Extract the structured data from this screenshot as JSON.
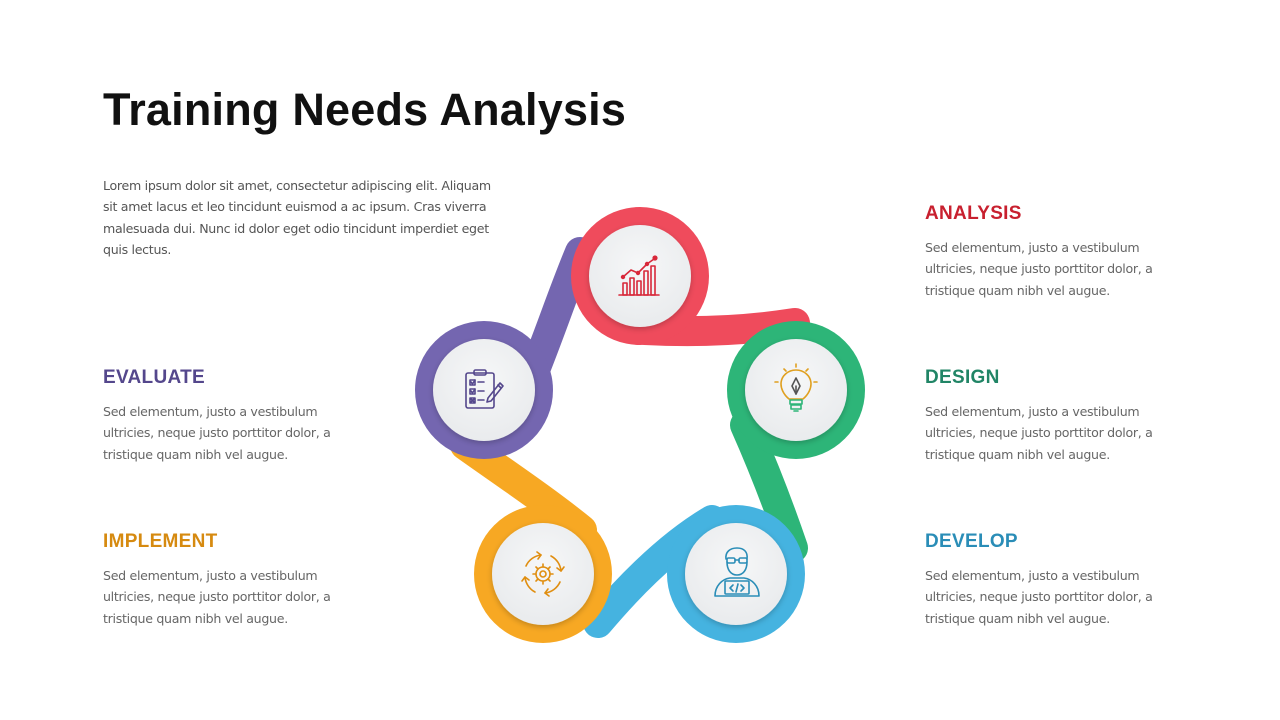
{
  "title": "Training Needs Analysis",
  "intro": "Lorem ipsum dolor sit amet, consectetur adipiscing elit. Aliquam sit amet lacus et leo tincidunt euismod a ac ipsum. Cras viverra malesuada dui. Nunc id dolor eget odio tincidunt imperdiet eget quis lectus.",
  "stages": {
    "analysis": {
      "label": "ANALYSIS",
      "text": "Sed elementum, justo a vestibulum ultricies, neque justo porttitor dolor, a tristique quam nibh vel augue.",
      "color": "#c8202f",
      "ring": "#ef4b5c",
      "icon": "bar-chart-icon"
    },
    "design": {
      "label": "DESIGN",
      "text": "Sed elementum, justo a vestibulum ultricies, neque justo porttitor dolor, a tristique quam nibh vel augue.",
      "color": "#218566",
      "ring": "#2db578",
      "icon": "lightbulb-pen-icon"
    },
    "develop": {
      "label": "DEVELOP",
      "text": "Sed elementum, justo a vestibulum ultricies, neque justo porttitor dolor, a tristique quam nibh vel augue.",
      "color": "#2a8db7",
      "ring": "#45b3e0",
      "icon": "developer-icon"
    },
    "implement": {
      "label": "IMPLEMENT",
      "text": "Sed elementum, justo a vestibulum ultricies, neque justo porttitor dolor, a tristique quam nibh vel augue.",
      "color": "#d68a10",
      "ring": "#f7a823",
      "icon": "gear-cycle-icon"
    },
    "evaluate": {
      "label": "EVALUATE",
      "text": "Sed elementum, justo a vestibulum ultricies, neque justo porttitor dolor, a tristique quam nibh vel augue.",
      "color": "#54478c",
      "ring": "#7466b0",
      "icon": "checklist-icon"
    }
  }
}
